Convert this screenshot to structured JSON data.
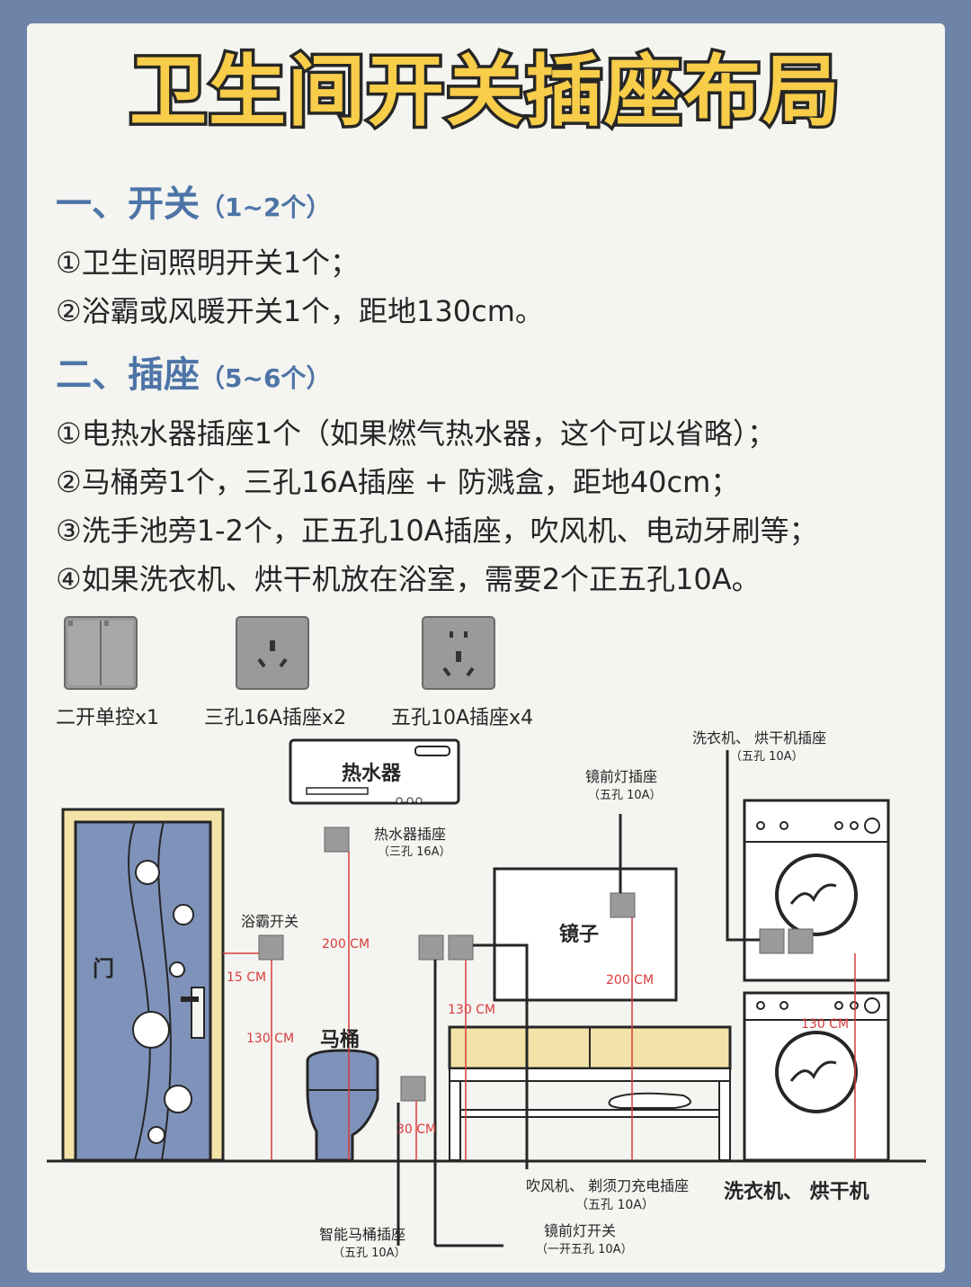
{
  "title": "卫生间开关插座布局",
  "section1": {
    "heading": "一、开关",
    "count": "（1~2个）",
    "items": [
      "①卫生间照明开关1个；",
      "②浴霸或风暖开关1个，距地130cm。"
    ]
  },
  "section2": {
    "heading": "二、插座",
    "count": "（5~6个）",
    "items": [
      "①电热水器插座1个（如果燃气热水器，这个可以省略）；",
      "②马桶旁1个，三孔16A插座 + 防溅盒，距地40cm；",
      "③洗手池旁1-2个，正五孔10A插座，吹风机、电动牙刷等；",
      "④如果洗衣机、烘干机放在浴室，需要2个正五孔10A。"
    ]
  },
  "legend": {
    "switch_label": "二开单控x1",
    "socket3_label": "三孔16A插座x2",
    "socket5_label": "五孔10A插座x4"
  },
  "diagram": {
    "water_heater": "热水器",
    "heater_socket": "热水器插座",
    "heater_socket_spec": "（三孔 16A）",
    "bath_switch": "浴霸开关",
    "door": "门",
    "toilet": "马桶",
    "mirror": "镜子",
    "mirror_light_socket": "镜前灯插座",
    "mirror_light_socket_spec": "（五孔 10A）",
    "washer_socket": "洗衣机、 烘干机插座",
    "washer_socket_spec": "（五孔 10A）",
    "dryer_socket": "吹风机、 剃须刀充电插座",
    "dryer_socket_spec": "（五孔 10A）",
    "washer_dryer": "洗衣机、 烘干机",
    "smart_toilet_socket": "智能马桶插座",
    "smart_toilet_socket_spec": "（五孔 10A）",
    "mirror_light_switch": "镜前灯开关",
    "mirror_light_switch_spec": "（一开五孔 10A）",
    "dims": {
      "d200_left": "200 CM",
      "d15": "15 CM",
      "d130_switch": "130 CM",
      "d130_sink": "130 CM",
      "d30": "30 CM",
      "d200_mirror": "200 CM",
      "d130_washer": "130 CM"
    }
  },
  "colors": {
    "background": "#6d83a8",
    "card": "#f4f4f1",
    "title_fill": "#f7cd4a",
    "heading": "#4d74a6",
    "door": "#7f93ba",
    "dimension": "#d93b3b"
  }
}
